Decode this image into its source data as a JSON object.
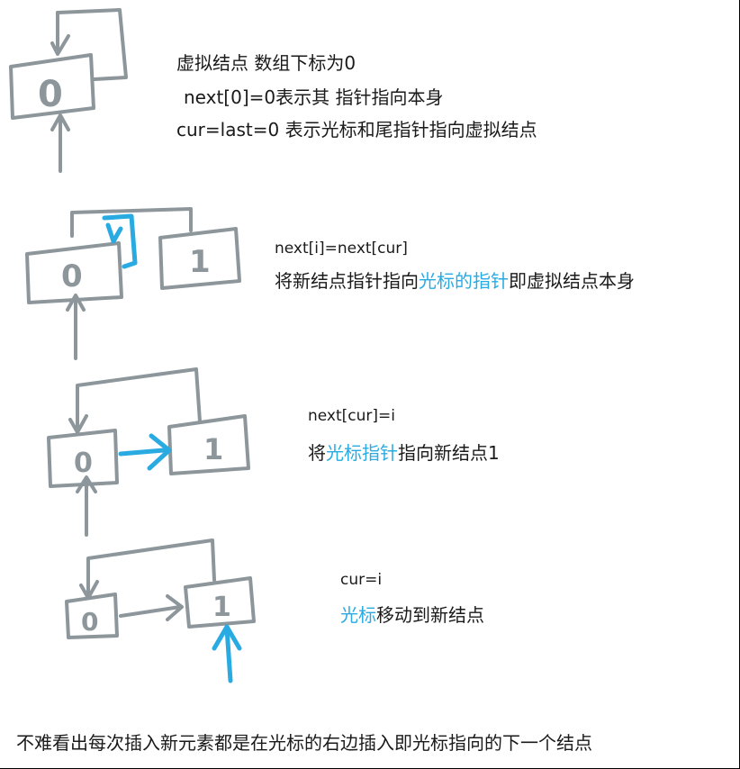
{
  "step1": {
    "line1": "虚拟结点 数组下标为0",
    "line2": "next[0]=0表示其 指针指向本身",
    "line3": "cur=last=0 表示光标和尾指针指向虚拟结点"
  },
  "step2": {
    "code": "next[i]=next[cur]",
    "desc_a": "将新结点指针指向",
    "desc_hl": "光标的指针",
    "desc_b": "即虚拟结点本身"
  },
  "step3": {
    "code": "next[cur]=i",
    "desc_a": "将",
    "desc_hl": "光标指针",
    "desc_b": "指向新结点1"
  },
  "step4": {
    "code": "cur=i",
    "desc_hl": "光标",
    "desc_b": "移动到新结点"
  },
  "summary": "不难看出每次插入新元素都是在光标的右边插入即光标指向的下一个结点",
  "nodes": {
    "zero": "0",
    "one": "1"
  },
  "colors": {
    "sketch": "#8c969b",
    "highlight": "#29abe2"
  }
}
